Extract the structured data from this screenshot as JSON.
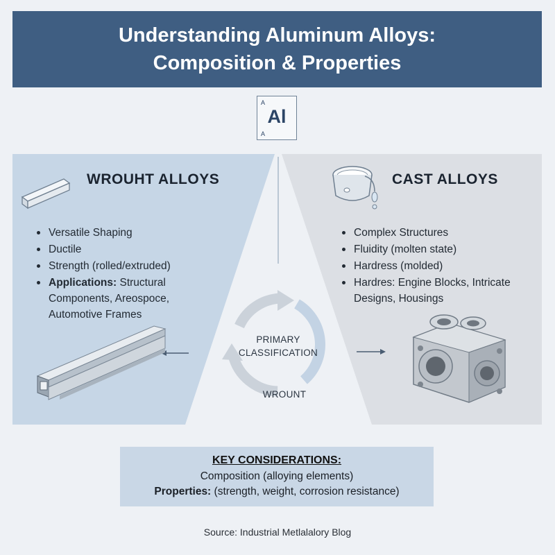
{
  "title": {
    "line1": "Understanding Aluminum Alloys:",
    "line2": "Composition & Properties"
  },
  "element_symbol": {
    "corner_top": "A",
    "symbol": "Al",
    "corner_bottom": "A"
  },
  "wrought": {
    "heading": "WROUHT ALLOYS",
    "icon": "metal-bar-icon",
    "items": [
      {
        "text": "Versatile Shaping"
      },
      {
        "text": "Ductile"
      },
      {
        "text": "Strength (rolled/extruded)"
      },
      {
        "bold": "Applications:",
        "text": " Structural Components, Areospoce, Automotive Frames"
      }
    ],
    "image": "extruded-aluminum-beam-icon"
  },
  "cast": {
    "heading": "CAST ALLOYS",
    "icon": "molten-ladle-icon",
    "items": [
      {
        "text": "Complex Structures"
      },
      {
        "text": "Fluidity (molten state)"
      },
      {
        "text": "Hardress (molded)"
      },
      {
        "text": "Hardres: Engine Blocks, Intricate Designs, Housings"
      }
    ],
    "image": "cast-engine-part-icon"
  },
  "center": {
    "label_line1": "PRIMARY",
    "label_line2": "CLASSIFICATION",
    "bottom_label": "WROUNT"
  },
  "key": {
    "title": "KEY CONSIDERATIONS:",
    "line1_bold": "Composition",
    "line1_rest": " (alloying elements)",
    "line2_bold": "Properties:",
    "line2_rest": " (strength, weight, corrosion resistance)"
  },
  "source": "Source: Industrial Metlalalory Blog",
  "colors": {
    "banner": "#3f5e82",
    "wrought_panel": "#c6d6e6",
    "cast_panel": "#dcdfe4",
    "key_box": "#c9d7e6"
  }
}
